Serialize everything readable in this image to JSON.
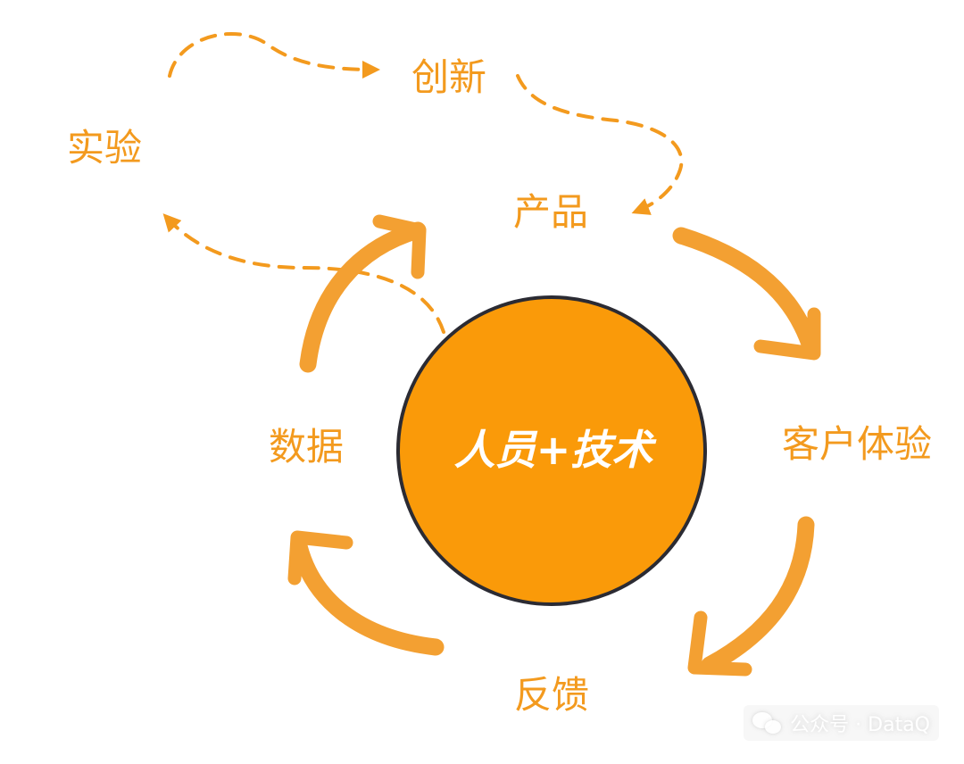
{
  "colors": {
    "accent": "#F39A1E",
    "circle_fill": "#FA9A09",
    "circle_stroke": "#2B2B33",
    "center_text": "#FFFFFF"
  },
  "center": {
    "label": "人员+技术"
  },
  "cycle_nodes": {
    "product": "产品",
    "customer_experience": "客户体验",
    "feedback": "反馈",
    "data": "数据"
  },
  "loop_nodes": {
    "experiment": "实验",
    "innovation": "创新"
  },
  "watermark": {
    "text": "公众号 · DataQ",
    "icon": "wechat-icon"
  }
}
